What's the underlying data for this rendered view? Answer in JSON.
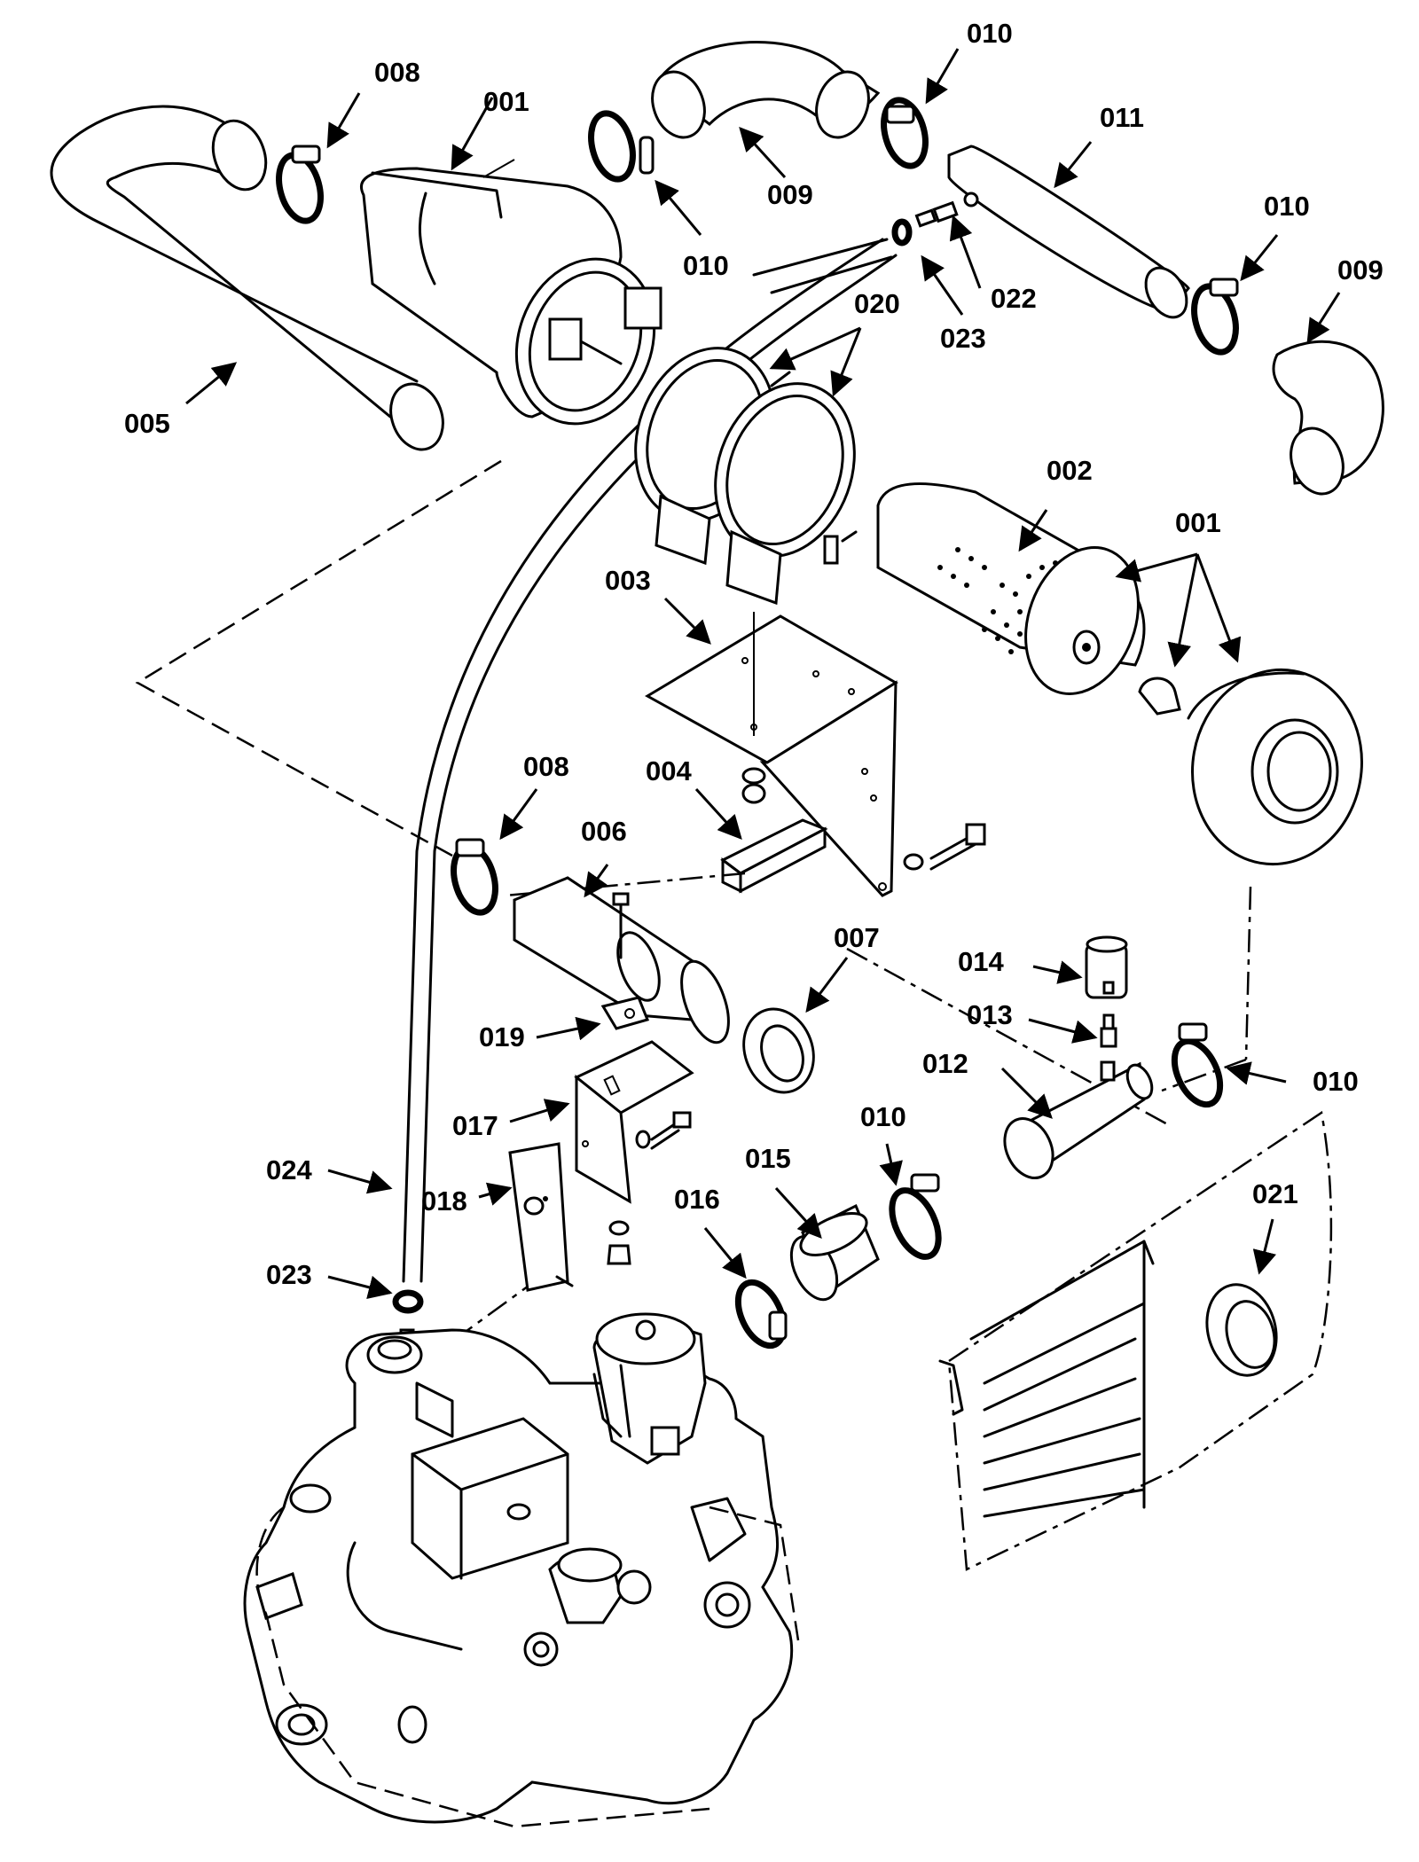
{
  "labels": {
    "p001_top": "001",
    "p008_top": "008",
    "p010_top_mid": "010",
    "p010_top_right": "010",
    "p009_top": "009",
    "p011": "011",
    "p010_right": "010",
    "p009_right": "009",
    "p005": "005",
    "p020": "020",
    "p022": "022",
    "p023_top": "023",
    "p002": "002",
    "p001_right": "001",
    "p003": "003",
    "p004": "004",
    "p008_mid": "008",
    "p006": "006",
    "p007": "007",
    "p014": "014",
    "p013": "013",
    "p012": "012",
    "p010_mid_right": "010",
    "p019": "019",
    "p017": "017",
    "p010_lower": "010",
    "p015": "015",
    "p016": "016",
    "p018": "018",
    "p021": "021",
    "p024": "024",
    "p023_bottom": "023"
  }
}
